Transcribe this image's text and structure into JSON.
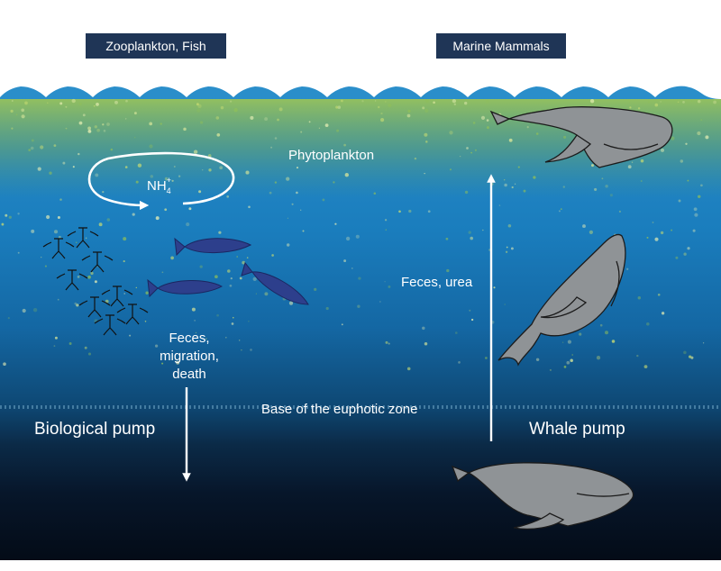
{
  "headers": {
    "left": "Zooplankton, Fish",
    "right": "Marine Mammals"
  },
  "labels": {
    "phytoplankton": "Phytoplankton",
    "ammonium_base": "NH",
    "ammonium_sub": "4",
    "ammonium_sup": "+",
    "feces_migration_death": [
      "Feces,",
      "migration,",
      "death"
    ],
    "feces_urea": "Feces, urea",
    "euphotic_base": "Base of the euphotic zone",
    "biological_pump": "Biological pump",
    "whale_pump": "Whale pump"
  },
  "colors": {
    "header_bg": "#1f3556",
    "ocean_top": "#1d7fc0",
    "ocean_deep": "#05101f",
    "fish": "#2d3f8c",
    "whale": "#8f9396",
    "phytoplankton": "#9cc24a",
    "arrows": "#ffffff"
  }
}
